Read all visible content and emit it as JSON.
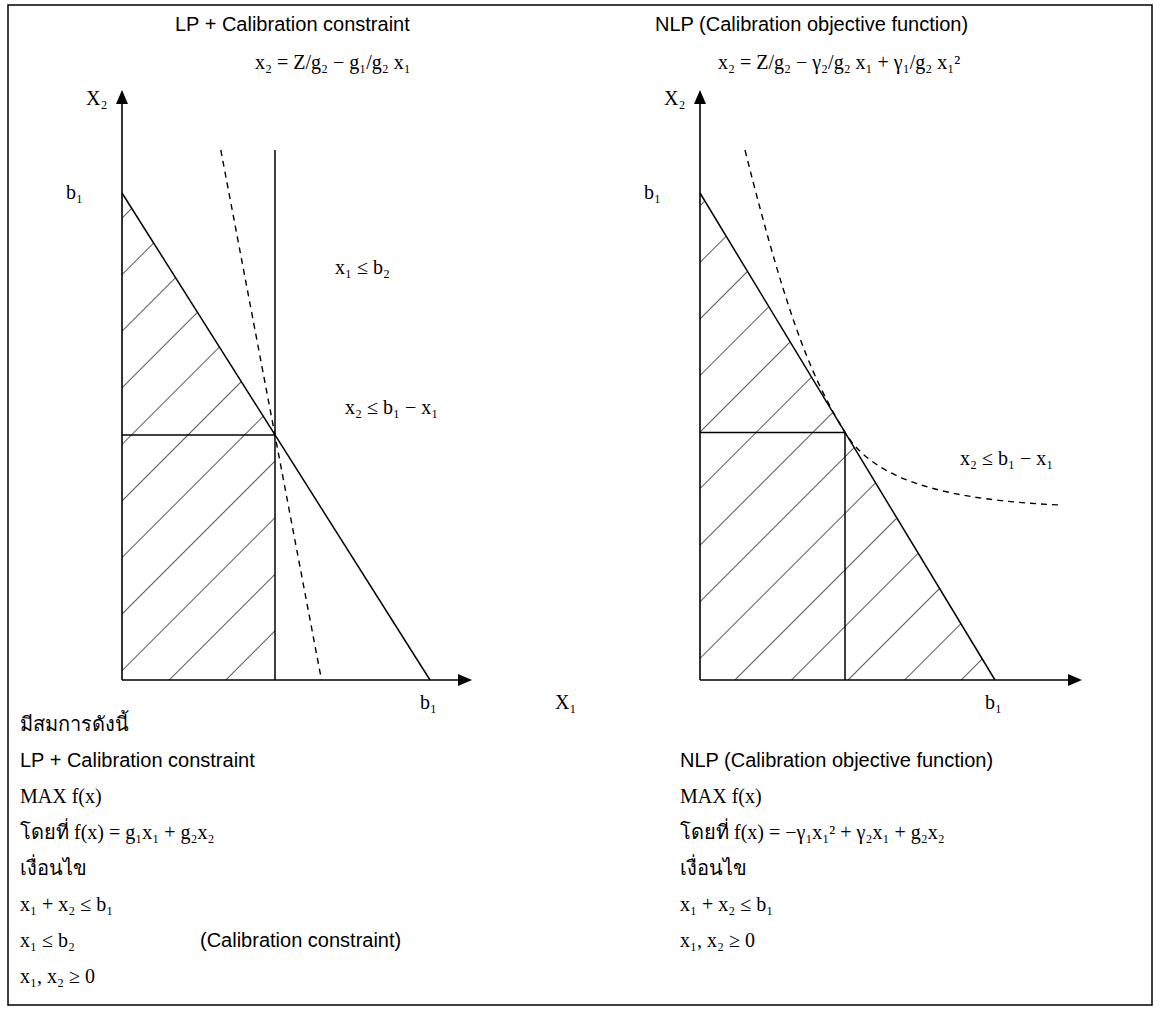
{
  "diagram": {
    "labels": [
      "LP + Calibration constraint",
      "NLP (Calibration objective function)",
      "x₂ = Z/g₂ − g₁/g₂ x₁",
      "X₂",
      "x₂ = Z/g₂ − γ₂/g₂ x₁ + γ₁/g₂ x₁²",
      "X₂",
      "b₁",
      "b₁",
      "x₁ ≤ b₂",
      "x₂ ≤ b₁ − x₁",
      "x₂ ≤ b₁ − x₁",
      "b₁",
      "X₁",
      "b₁",
      "มีสมการดังนี้",
      "LP + Calibration constraint",
      "NLP (Calibration objective function)",
      "MAX f(x)",
      "MAX f(x)",
      "โดยที่  f(x) = g₁x₁ + g₂x₂",
      "โดยที่  f(x) = −γ₁x₁² + γ₂x₁ + g₂x₂",
      "เงื่อนไข",
      "เงื่อนไข",
      "x₁ + x₂ ≤ b₁",
      "x₁ + x₂ ≤ b₁",
      "x₁ ≤ b₂",
      "(Calibration constraint)",
      "x₁, x₂ ≥ 0",
      "x₁, x₂ ≥ 0"
    ]
  }
}
